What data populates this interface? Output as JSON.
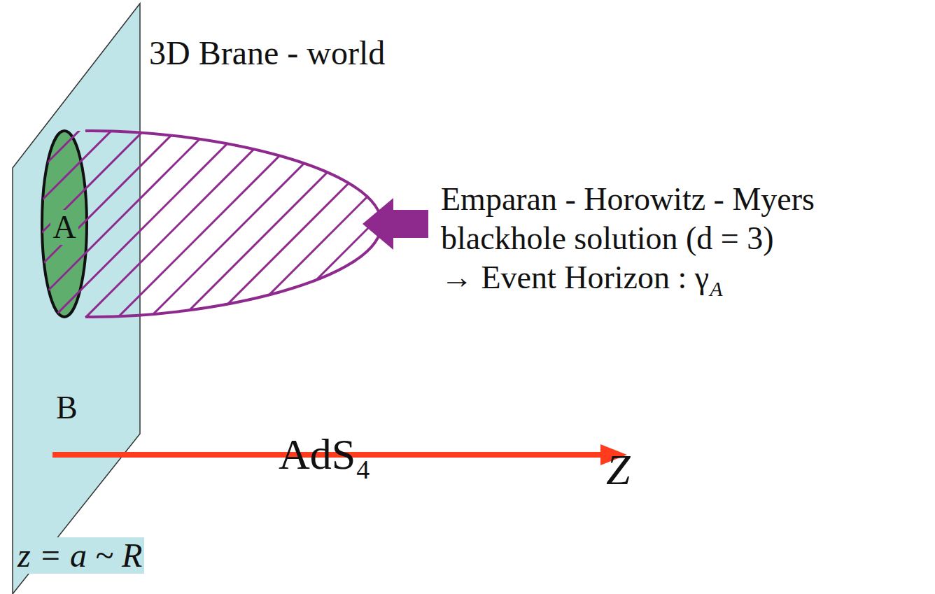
{
  "diagram": {
    "nodes": [
      {
        "text": [
          "A"
        ]
      }
    ],
    "edges": [],
    "labels": [
      "3D Brane - world",
      "Emparan - Horowitz - Myers",
      "blackhole solution (d = 3)",
      "→ Event Horizon : γ",
      "A",
      "B",
      "AdS",
      "4",
      "Z",
      "z = a ~ R"
    ]
  }
}
